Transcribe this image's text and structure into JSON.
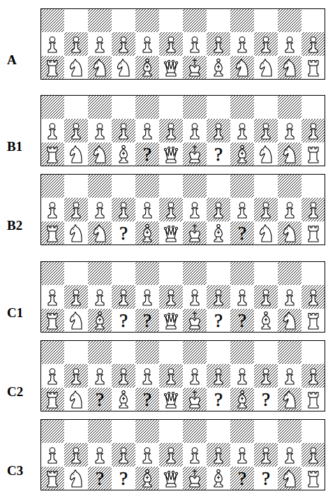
{
  "diagram": {
    "nodes": [
      {
        "text": [
          "A"
        ]
      },
      {
        "text": [
          "B1",
          "?",
          "?"
        ]
      },
      {
        "text": [
          "B2",
          "?",
          "?"
        ]
      },
      {
        "text": [
          "C1",
          "?",
          "?",
          "?",
          "?"
        ]
      },
      {
        "text": [
          "C2",
          "?",
          "?",
          "?",
          "?"
        ]
      },
      {
        "text": [
          "C3",
          "?",
          "?",
          "?",
          "?"
        ]
      }
    ]
  }
}
